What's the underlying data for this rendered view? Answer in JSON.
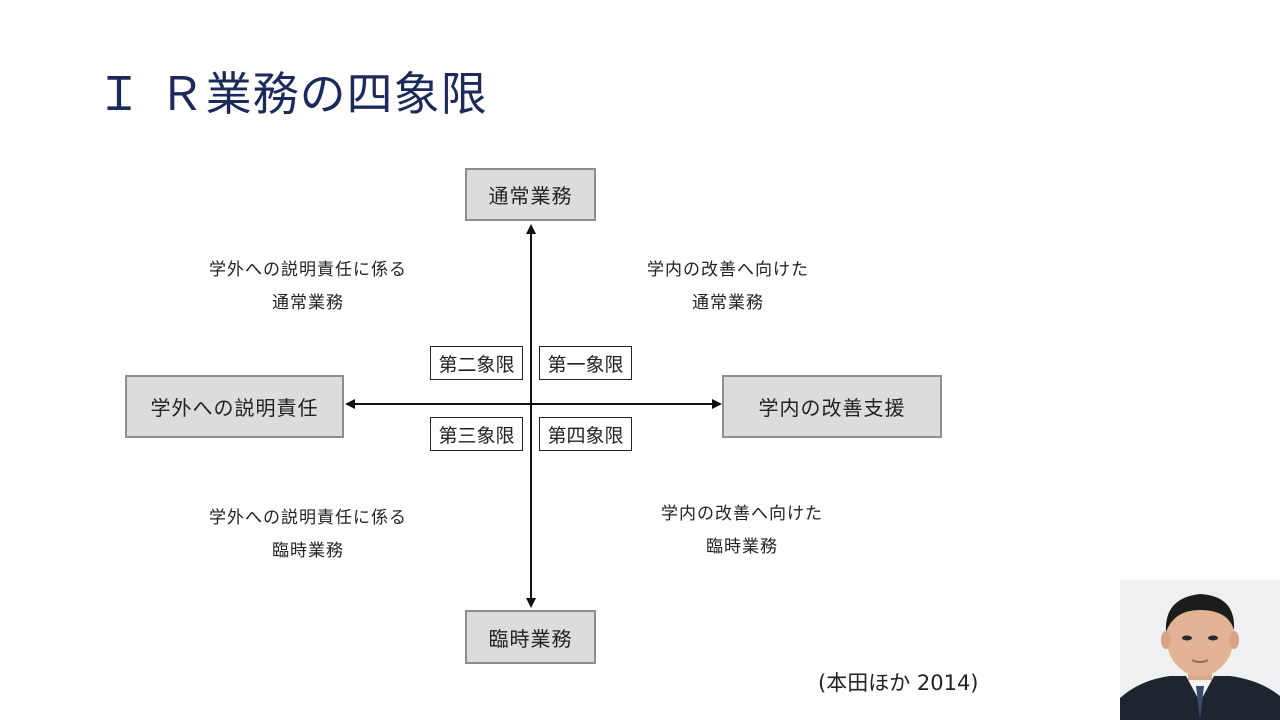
{
  "title": "Ｉ Ｒ業務の四象限",
  "axes": {
    "top": "通常業務",
    "bottom": "臨時業務",
    "left": "学外への説明責任",
    "right": "学内の改善支援"
  },
  "quadrant_labels": {
    "q1": "第一象限",
    "q2": "第二象限",
    "q3": "第三象限",
    "q4": "第四象限"
  },
  "quadrant_descriptions": {
    "top_left": [
      "学外への説明責任に係る",
      "通常業務"
    ],
    "top_right": [
      "学内の改善へ向けた",
      "通常業務"
    ],
    "bottom_left": [
      "学外への説明責任に係る",
      "臨時業務"
    ],
    "bottom_right": [
      "学内の改善へ向けた",
      "臨時業務"
    ]
  },
  "citation": "(本田ほか 2014)",
  "icons": {
    "presenter": "presenter-video-thumbnail"
  },
  "colors": {
    "title": "#1b2a5a",
    "box_fill": "#dcdcdc",
    "box_border": "#8e8e8e"
  }
}
